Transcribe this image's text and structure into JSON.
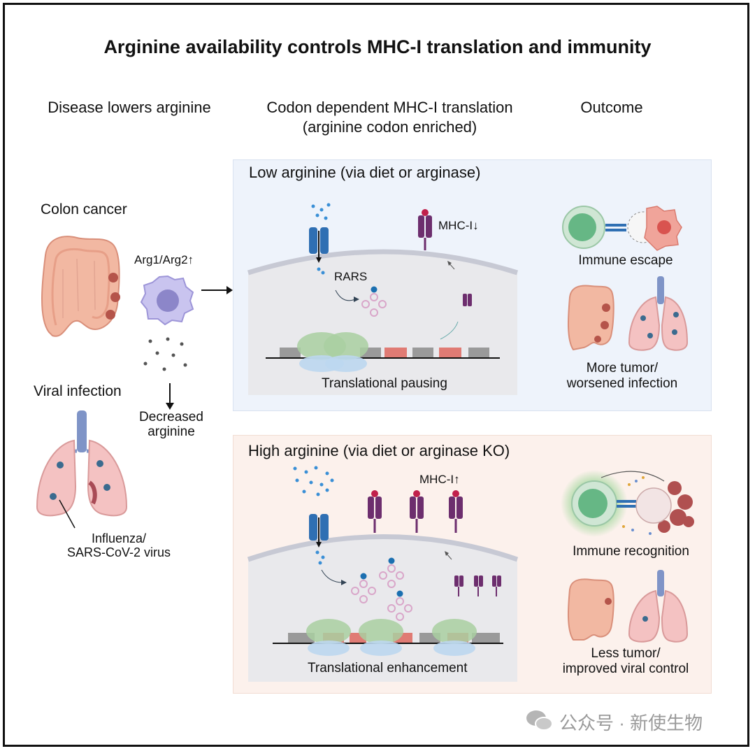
{
  "title": "Arginine availability controls MHC-I translation and immunity",
  "columns": {
    "left": "Disease lowers arginine",
    "middle_line1": "Codon dependent MHC-I translation",
    "middle_line2": "(arginine codon enriched)",
    "right": "Outcome"
  },
  "left": {
    "colon_cancer": "Colon cancer",
    "arg_label": "Arg1/Arg2",
    "decreased_line1": "Decreased",
    "decreased_line2": "arginine",
    "viral_infection": "Viral infection",
    "virus_line1": "Influenza/",
    "virus_line2": "SARS-CoV-2 virus"
  },
  "low": {
    "title": "Low arginine (via diet or arginase)",
    "mhc": "MHC-I",
    "rars": "RARS",
    "caption": "Translational pausing",
    "outcome_top": "Immune escape",
    "outcome_line1": "More tumor/",
    "outcome_line2": "worsened infection"
  },
  "high": {
    "title": "High arginine (via diet or arginase KO)",
    "mhc": "MHC-I",
    "caption": "Translational enhancement",
    "outcome_top": "Immune recognition",
    "outcome_line1": "Less tumor/",
    "outcome_line2": "improved viral control"
  },
  "watermark": "公众号 · 新使生物",
  "colors": {
    "low_panel": "#eef3fb",
    "high_panel": "#fcf1ec",
    "mhc": "#6d2e6e",
    "channel": "#2f6fb3",
    "ribosome": "#a9cfa1",
    "arg_codon": "#e07b74",
    "colon": "#f2b8a2",
    "lung": "#f4c2c2",
    "tcell": "#66b785",
    "tumor": "#e46b6b"
  }
}
